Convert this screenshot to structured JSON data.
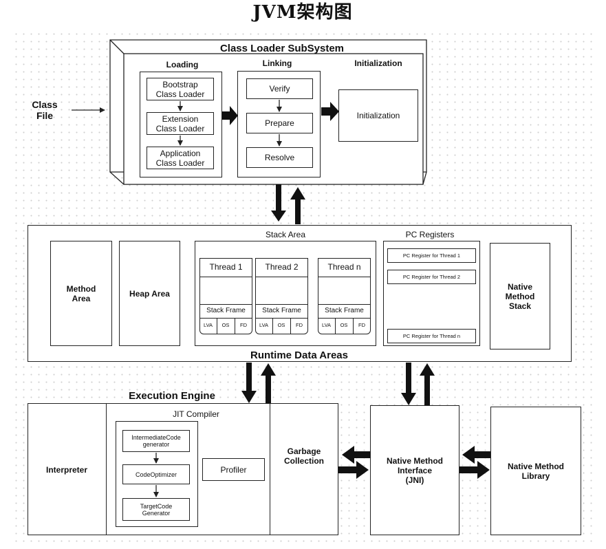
{
  "title": "JVM架构图",
  "class_file": "Class\nFile",
  "class_loader": {
    "title": "Class Loader SubSystem",
    "loading": {
      "title": "Loading",
      "bootstrap": "Bootstrap\nClass Loader",
      "extension": "Extension\nClass Loader",
      "application": "Application\nClass Loader"
    },
    "linking": {
      "title": "Linking",
      "verify": "Verify",
      "prepare": "Prepare",
      "resolve": "Resolve"
    },
    "initialization": {
      "title": "Initialization",
      "box": "Initialization"
    }
  },
  "runtime": {
    "title": "Runtime Data Areas",
    "method_area": "Method\nArea",
    "heap_area": "Heap Area",
    "stack_area": {
      "title": "Stack Area",
      "threads": [
        {
          "name": "Thread 1",
          "frame": "Stack Frame",
          "cells": [
            "LVA",
            "OS",
            "FD"
          ]
        },
        {
          "name": "Thread 2",
          "frame": "Stack Frame",
          "cells": [
            "LVA",
            "OS",
            "FD"
          ]
        },
        {
          "name": "Thread n",
          "frame": "Stack Frame",
          "cells": [
            "LVA",
            "OS",
            "FD"
          ]
        }
      ]
    },
    "pc_registers": {
      "title": "PC Registers",
      "items": [
        "PC Register for Thread 1",
        "PC Register for Thread 2",
        "PC Register for Thread n"
      ]
    },
    "native_method_stack": "Native\nMethod\nStack"
  },
  "execution_engine": {
    "title": "Execution Engine",
    "interpreter": "Interpreter",
    "jit": {
      "title": "JIT Compiler",
      "intermediate": "IntermediateCode\ngenerator",
      "optimizer": "CodeOptimizer",
      "target": "TargetCode\nGenerator",
      "profiler": "Profiler"
    },
    "garbage_collection": "Garbage\nCollection"
  },
  "jni": "Native Method\nInterface\n(JNI)",
  "native_library": "Native Method\nLibrary"
}
